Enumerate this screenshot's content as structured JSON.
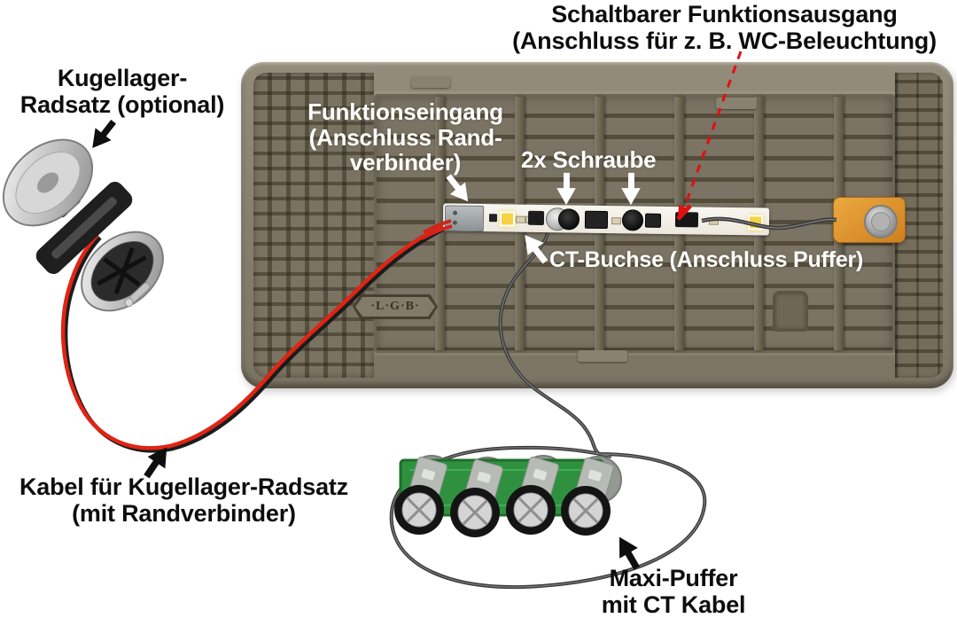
{
  "annotations": {
    "funktionsausgang_line1": "Schaltbarer Funktionsausgang",
    "funktionsausgang_line2": "(Anschluss für z. B. WC-Beleuchtung)",
    "kugellager_line1": "Kugellager-",
    "kugellager_line2": "Radsatz (optional)",
    "funktionseingang_line1": "Funktionseingang",
    "funktionseingang_line2": "(Anschluss Rand-",
    "funktionseingang_line3": "verbinder)",
    "schraube": "2x Schraube",
    "ct_buchse": "CT-Buchse (Anschluss Puffer)",
    "kabel_line1": "Kabel für Kugellager-Radsatz",
    "kabel_line2": "(mit Randverbinder)",
    "maxi_line1": "Maxi-Puffer",
    "maxi_line2": "mit CT Kabel"
  },
  "floor": {
    "brand_badge": "·L·G·B·"
  },
  "colors": {
    "floor_base": "#8a8171",
    "floor_groove": "#57503f",
    "pcb_white": "#f4f1ea",
    "buffer_board_green": "#2f9140",
    "block_orange": "#dd9a35",
    "cable_red": "#e02414",
    "ct_cable_gray": "#3a3a3a",
    "annotation_red": "#e01010",
    "label_black": "#0d0d0d",
    "label_white": "#ffffff"
  }
}
